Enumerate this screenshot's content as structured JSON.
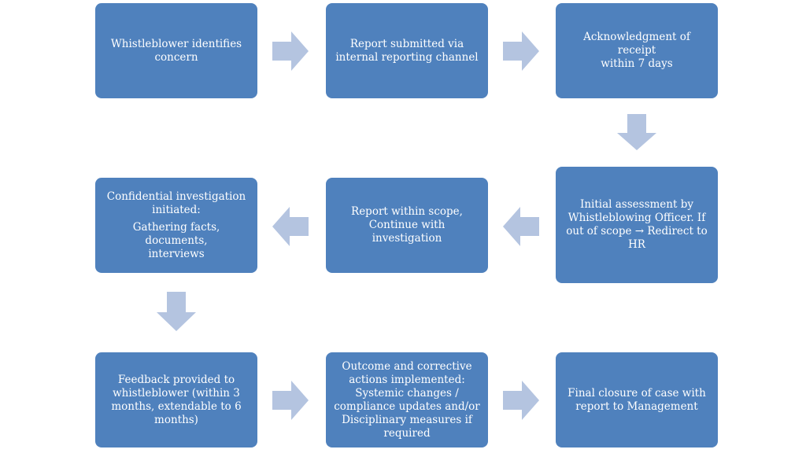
{
  "steps": [
    {
      "id": "identify",
      "lines": [
        "Whistleblower identifies",
        "concern"
      ]
    },
    {
      "id": "submit",
      "lines": [
        "Report submitted via",
        "internal reporting channel"
      ]
    },
    {
      "id": "acknowledge",
      "lines": [
        "Acknowledgment of receipt",
        "within 7 days"
      ]
    },
    {
      "id": "assess",
      "lines": [
        "Initial assessment by",
        "Whistleblowing Officer. If",
        "out of scope  → Redirect to",
        "HR"
      ]
    },
    {
      "id": "scope",
      "lines": [
        "Report within scope,",
        "Continue with investigation"
      ]
    },
    {
      "id": "investigate",
      "lines": [
        "Confidential investigation",
        "initiated:"
      ],
      "extra_lines": [
        "Gathering facts, documents,",
        "interviews"
      ]
    },
    {
      "id": "feedback",
      "lines": [
        "Feedback provided to",
        "whistleblower (within 3",
        "months, extendable to 6",
        "months)"
      ]
    },
    {
      "id": "outcome",
      "lines": [
        "Outcome and corrective",
        "actions implemented:",
        "Systemic changes /",
        "compliance updates and/or",
        "Disciplinary measures if",
        "required"
      ]
    },
    {
      "id": "closure",
      "lines": [
        "Final closure of case with",
        "report to Management"
      ]
    }
  ],
  "colors": {
    "box_fill": "#4f81bd",
    "arrow_fill": "#b4c4e0",
    "text": "#ffffff"
  }
}
